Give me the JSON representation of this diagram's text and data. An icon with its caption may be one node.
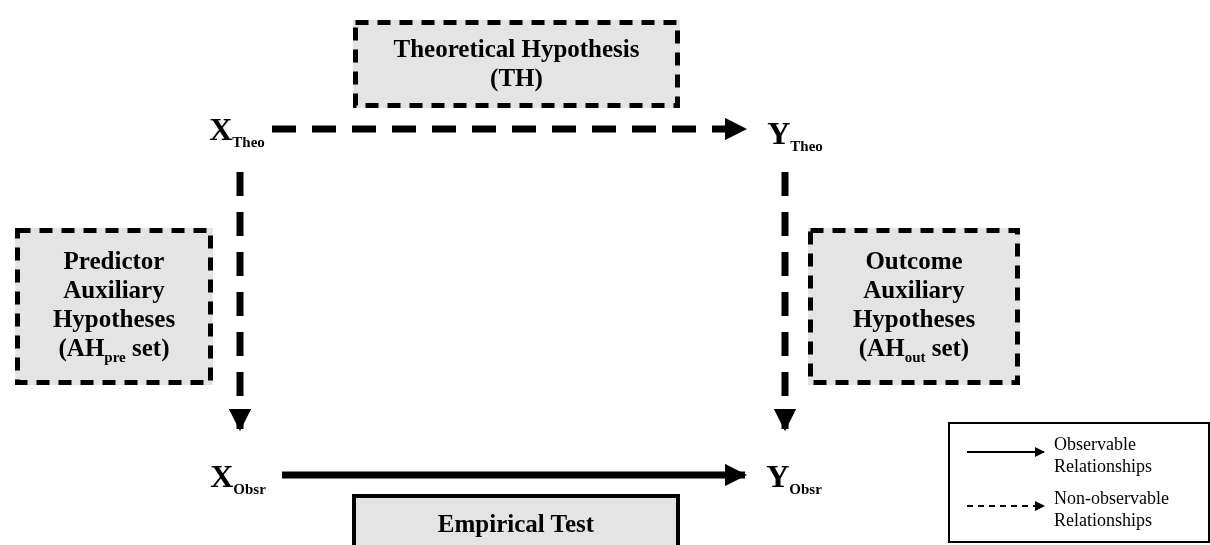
{
  "diagram": {
    "nodes": [
      {
        "text": [
          "X$_{Theo}$"
        ]
      },
      {
        "text": [
          "Y$_{Theo}$"
        ]
      },
      {
        "text": [
          "X$_{Obsr}$"
        ]
      },
      {
        "text": [
          "Y$_{Obsr}$"
        ]
      },
      {
        "text": [
          "Theoretical Hypothesis (TH)"
        ]
      },
      {
        "text": [
          "Predictor Auxiliary Hypotheses (AH$_{pre}$ set)"
        ]
      },
      {
        "text": [
          "Outcome Auxiliary Hypotheses (AH$_{out}$ set)"
        ]
      },
      {
        "text": [
          "Empirical Test"
        ]
      }
    ],
    "edges": [
      {
        "from": 0,
        "to": 1,
        "arrow": "to",
        "style": "dashed"
      },
      {
        "from": 0,
        "to": 2,
        "arrow": "to",
        "style": "dashed"
      },
      {
        "from": 1,
        "to": 3,
        "arrow": "to",
        "style": "dashed"
      },
      {
        "from": 2,
        "to": 3,
        "arrow": "to"
      }
    ],
    "legend": [
      {
        "text": "Observable Relationships"
      },
      {
        "text": "Non-observable Relationships"
      }
    ]
  }
}
